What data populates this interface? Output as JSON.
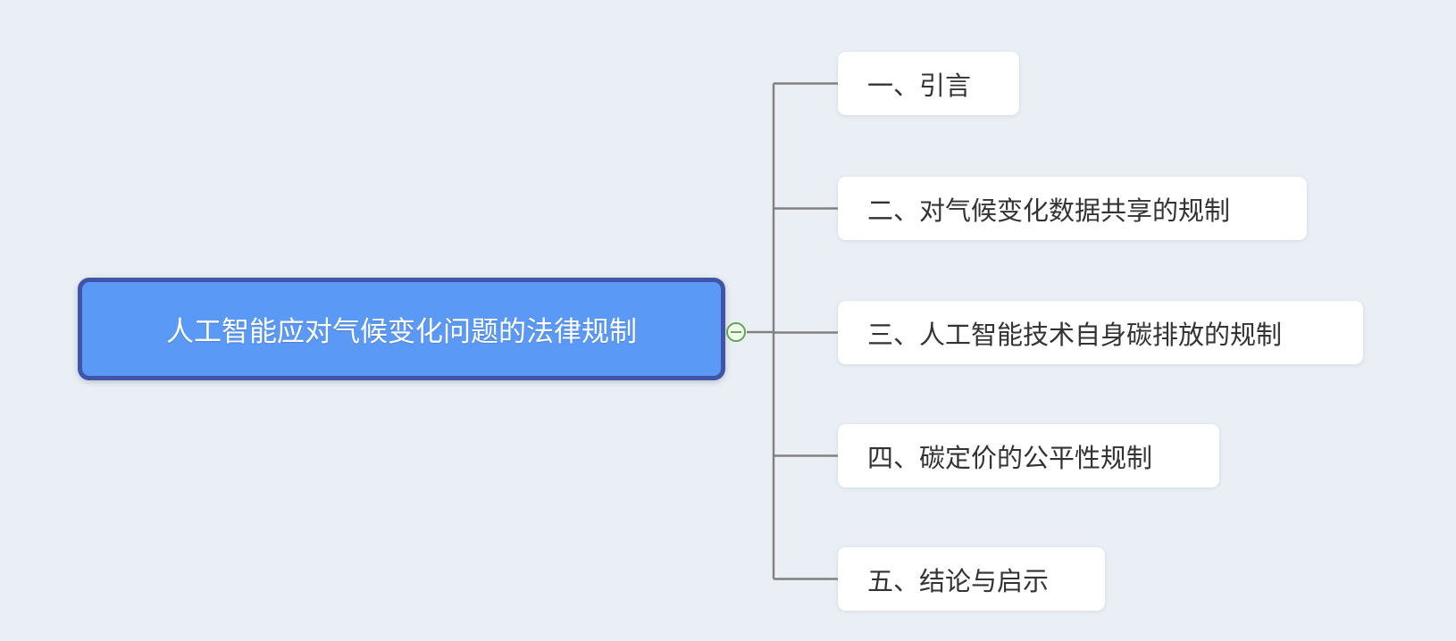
{
  "canvas": {
    "background_color": "#E9EFF4"
  },
  "mindmap": {
    "root": {
      "label": "人工智能应对气候变化问题的法律规制",
      "fill_color": "#5B99F6",
      "border_color": "#4254A8",
      "text_color": "#FFFFFF"
    },
    "toggle": {
      "state": "expanded",
      "symbol": "minus",
      "color": "#5FA948"
    },
    "branches": [
      {
        "label": "一、引言"
      },
      {
        "label": "二、对气候变化数据共享的规制"
      },
      {
        "label": "三、人工智能技术自身碳排放的规制"
      },
      {
        "label": "四、碳定价的公平性规制"
      },
      {
        "label": "五、结论与启示"
      }
    ],
    "branch_style": {
      "fill_color": "#FFFFFF",
      "text_color": "#333333"
    },
    "connector_color": "#818181"
  }
}
